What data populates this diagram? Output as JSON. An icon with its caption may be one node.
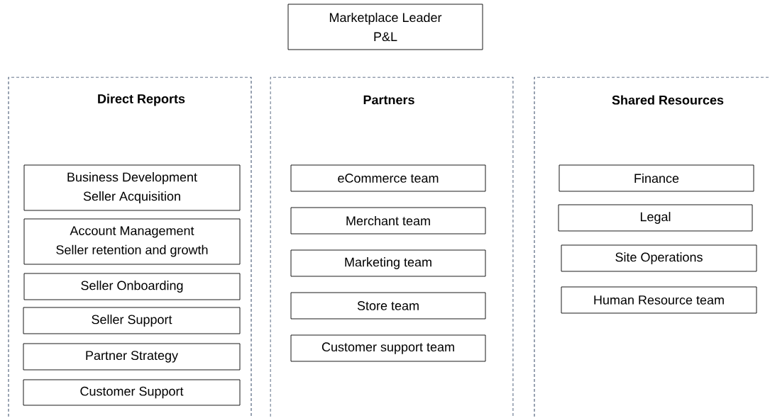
{
  "diagram": {
    "nodes": [
      {
        "text": [
          "Marketplace Leader",
          "P&L"
        ]
      },
      {
        "text": [
          "Direct Reports"
        ]
      },
      {
        "text": [
          "Partners"
        ]
      },
      {
        "text": [
          "Shared Resources"
        ]
      },
      {
        "text": [
          "Business Development",
          "Seller Acquisition"
        ],
        "in": 1
      },
      {
        "text": [
          "Account Management",
          "Seller retention and growth"
        ],
        "in": 1
      },
      {
        "text": [
          "Seller Onboarding"
        ],
        "in": 1
      },
      {
        "text": [
          "Seller Support"
        ],
        "in": 1
      },
      {
        "text": [
          "Partner Strategy"
        ],
        "in": 1
      },
      {
        "text": [
          "Customer Support"
        ],
        "in": 1
      },
      {
        "text": [
          "eCommerce team"
        ],
        "in": 2
      },
      {
        "text": [
          "Merchant team"
        ],
        "in": 2
      },
      {
        "text": [
          "Marketing team"
        ],
        "in": 2
      },
      {
        "text": [
          "Store team"
        ],
        "in": 2
      },
      {
        "text": [
          "Customer support team"
        ],
        "in": 2
      },
      {
        "text": [
          "Finance"
        ],
        "in": 3
      },
      {
        "text": [
          "Legal"
        ],
        "in": 3
      },
      {
        "text": [
          "Site Operations"
        ],
        "in": 3
      },
      {
        "text": [
          "Human Resource team"
        ],
        "in": 3
      }
    ]
  }
}
